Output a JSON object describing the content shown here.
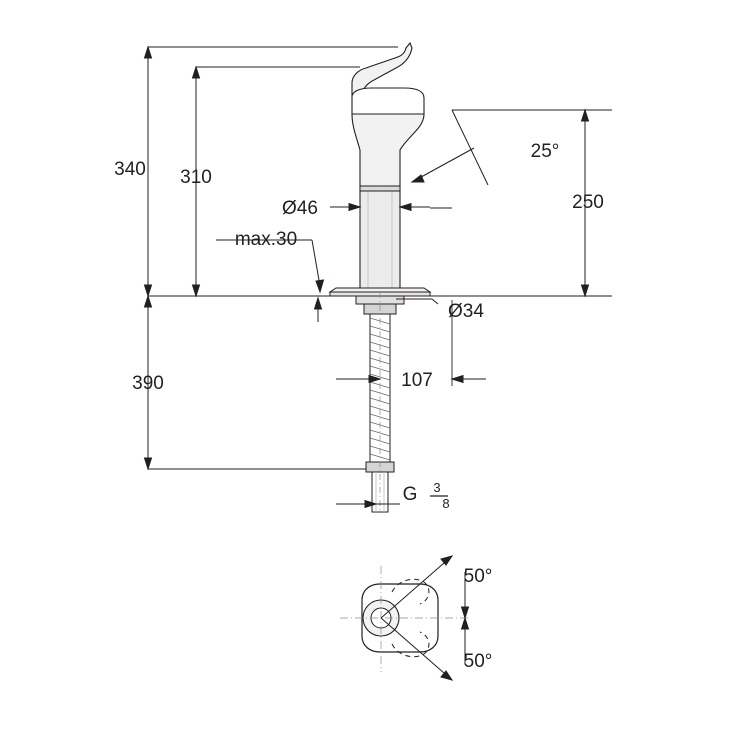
{
  "diagram": {
    "title": "Technical dimension drawing of a single-lever basin mixer tap",
    "labels": {
      "height_total": "340",
      "height_spout": "310",
      "height_right": "250",
      "max_reach": "max.30",
      "diameter_body": "Ø46",
      "diameter_hole": "Ø34",
      "depth_below": "390",
      "projection": "107",
      "thread": "G",
      "thread_num": "3",
      "thread_den": "8",
      "angle_lever": "25°",
      "angle_swivel_top": "50°",
      "angle_swivel_bottom": "50°"
    },
    "colors": {
      "line": "#231f20",
      "text": "#231f20",
      "fill_light": "#f2f2f2",
      "fill_mid": "#d9d9d9",
      "background": "#ffffff"
    }
  }
}
